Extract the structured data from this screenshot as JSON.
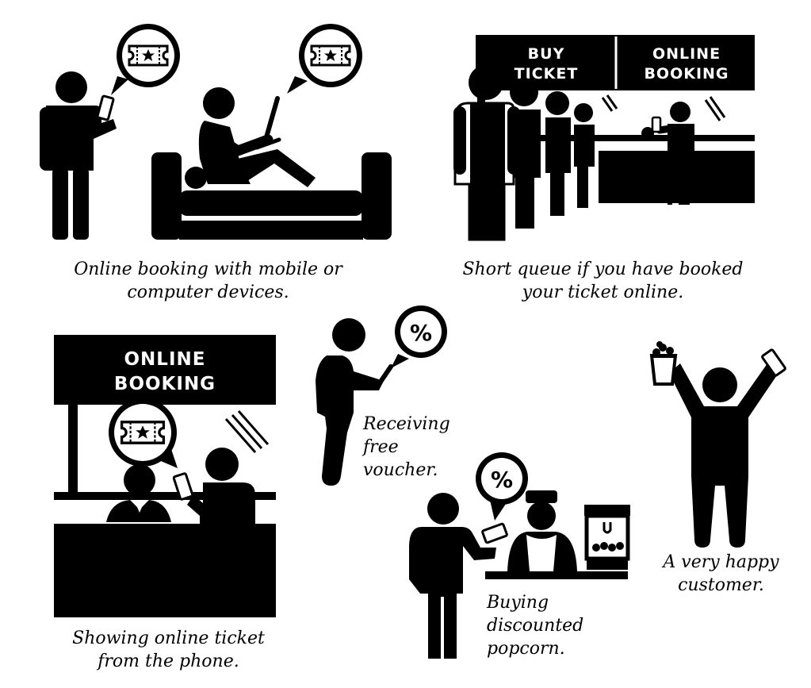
{
  "signs": {
    "buy_ticket_line1": "BUY",
    "buy_ticket_line2": "TICKET",
    "online_booking_top_line1": "ONLINE",
    "online_booking_top_line2": "BOOKING",
    "online_booking_bottom_line1": "ONLINE",
    "online_booking_bottom_line2": "BOOKING"
  },
  "bubbles": {
    "percent_symbol": "%"
  },
  "captions": {
    "online_booking": "Online booking with mobile or\ncomputer devices.",
    "short_queue": "Short queue if you have booked\nyour ticket online.",
    "showing_ticket": "Showing online ticket\nfrom the phone.",
    "free_voucher": "Receiving\nfree\nvoucher.",
    "discounted_popcorn": "Buying\ndiscounted\npopcorn.",
    "happy_customer": "A very happy\ncustomer."
  },
  "icons": [
    "ticket-icon",
    "star-icon",
    "percent-icon",
    "phone-icon",
    "laptop-icon",
    "popcorn-icon",
    "popcorn-machine-icon",
    "sofa-icon",
    "stick-figure-icon"
  ],
  "colors": {
    "ink": "#000000",
    "paper": "#ffffff"
  }
}
